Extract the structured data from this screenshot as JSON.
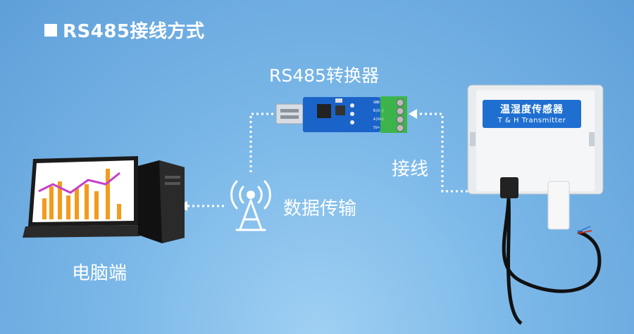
{
  "title": "RS485接线方式",
  "labels": {
    "converter": "RS485转换器",
    "wiring": "接线",
    "transfer": "数据传输",
    "pc": "电脑端"
  },
  "sensor": {
    "name_cn": "温湿度传感器",
    "name_en": "T & H Transmitter"
  },
  "converter_pins": [
    "GND",
    "B(D-)",
    "A(D+)",
    "5V+"
  ],
  "colors": {
    "background": "#7bb8e8",
    "sensor_label": "#1f6fd1",
    "terminal": "#3cb44b",
    "pcb": "#1a63c8"
  }
}
